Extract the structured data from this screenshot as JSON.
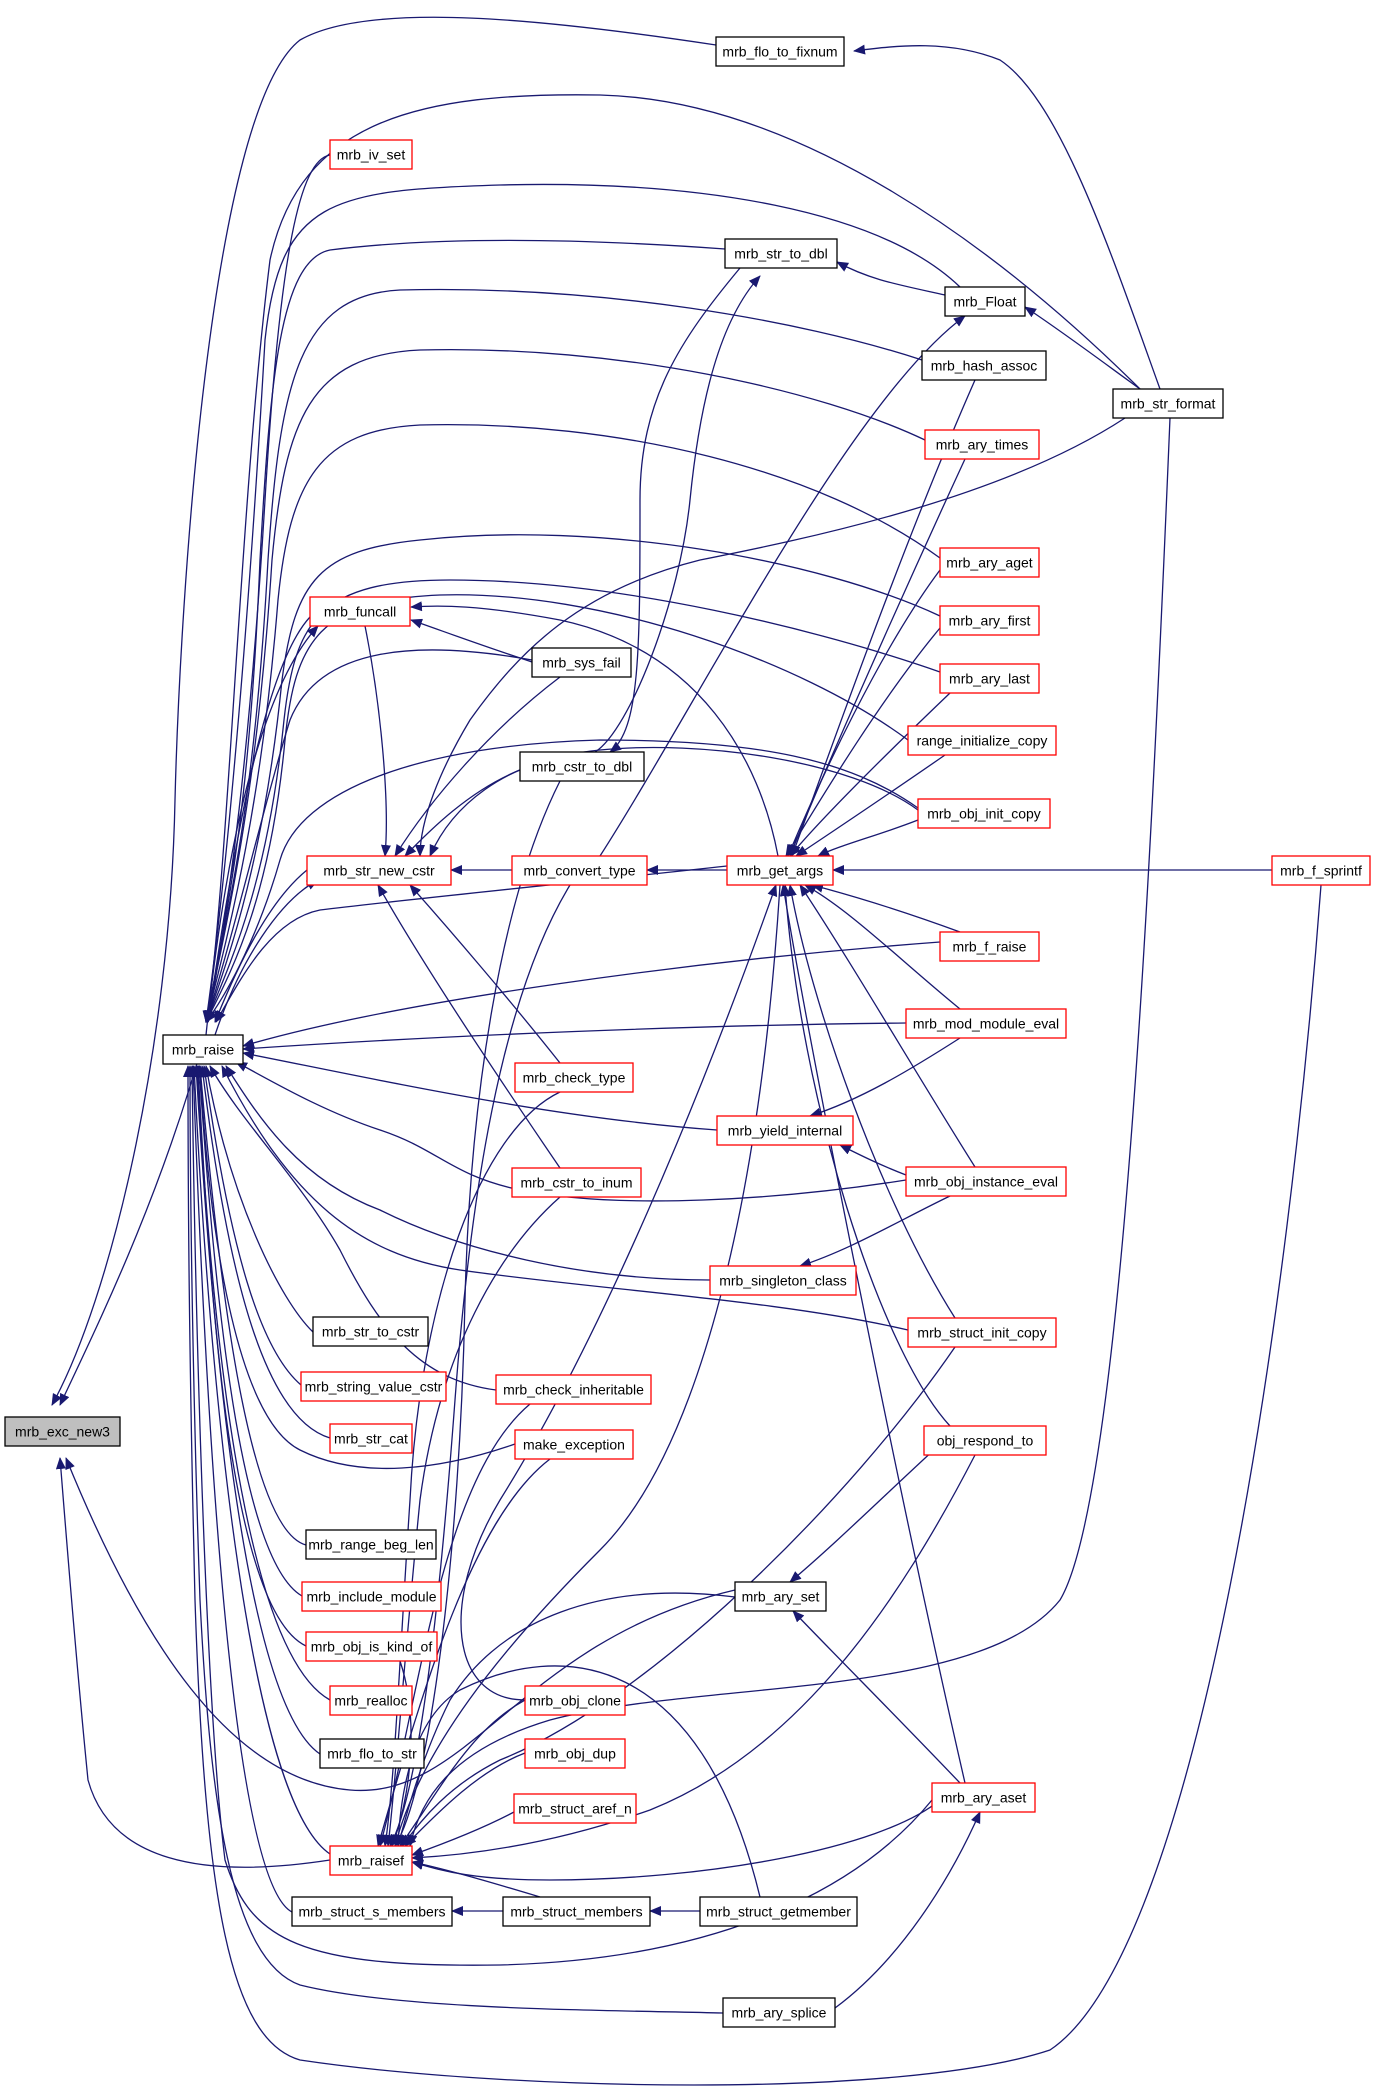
{
  "colors": {
    "edge": "#191970",
    "border_documented": "#000000",
    "border_undocumented": "#ff0000",
    "focus_fill": "#bfbfbf",
    "node_fill": "#ffffff"
  },
  "nodes": {
    "exc_new3": {
      "label": "mrb_exc_new3",
      "style": "focus"
    },
    "raise": {
      "label": "mrb_raise",
      "style": "black"
    },
    "flo_to_fixnum": {
      "label": "mrb_flo_to_fixnum",
      "style": "black"
    },
    "iv_set": {
      "label": "mrb_iv_set",
      "style": "red"
    },
    "str_to_dbl": {
      "label": "mrb_str_to_dbl",
      "style": "black"
    },
    "Float": {
      "label": "mrb_Float",
      "style": "black"
    },
    "hash_assoc": {
      "label": "mrb_hash_assoc",
      "style": "black"
    },
    "str_format": {
      "label": "mrb_str_format",
      "style": "black"
    },
    "ary_times": {
      "label": "mrb_ary_times",
      "style": "red"
    },
    "ary_aget": {
      "label": "mrb_ary_aget",
      "style": "red"
    },
    "funcall": {
      "label": "mrb_funcall",
      "style": "red"
    },
    "ary_first": {
      "label": "mrb_ary_first",
      "style": "red"
    },
    "sys_fail": {
      "label": "mrb_sys_fail",
      "style": "black"
    },
    "ary_last": {
      "label": "mrb_ary_last",
      "style": "red"
    },
    "range_init_copy": {
      "label": "range_initialize_copy",
      "style": "red"
    },
    "cstr_to_dbl": {
      "label": "mrb_cstr_to_dbl",
      "style": "black"
    },
    "obj_init_copy": {
      "label": "mrb_obj_init_copy",
      "style": "red"
    },
    "str_new_cstr": {
      "label": "mrb_str_new_cstr",
      "style": "red"
    },
    "convert_type": {
      "label": "mrb_convert_type",
      "style": "red"
    },
    "get_args": {
      "label": "mrb_get_args",
      "style": "red"
    },
    "f_sprintf": {
      "label": "mrb_f_sprintf",
      "style": "red"
    },
    "f_raise": {
      "label": "mrb_f_raise",
      "style": "red"
    },
    "mod_module_eval": {
      "label": "mrb_mod_module_eval",
      "style": "red"
    },
    "check_type": {
      "label": "mrb_check_type",
      "style": "red"
    },
    "yield_internal": {
      "label": "mrb_yield_internal",
      "style": "red"
    },
    "cstr_to_inum": {
      "label": "mrb_cstr_to_inum",
      "style": "red"
    },
    "obj_instance_eval": {
      "label": "mrb_obj_instance_eval",
      "style": "red"
    },
    "singleton_class": {
      "label": "mrb_singleton_class",
      "style": "red"
    },
    "str_to_cstr": {
      "label": "mrb_str_to_cstr",
      "style": "black"
    },
    "struct_init_copy": {
      "label": "mrb_struct_init_copy",
      "style": "red"
    },
    "string_value_cstr": {
      "label": "mrb_string_value_cstr",
      "style": "red"
    },
    "check_inheritable": {
      "label": "mrb_check_inheritable",
      "style": "red"
    },
    "str_cat": {
      "label": "mrb_str_cat",
      "style": "red"
    },
    "obj_respond_to": {
      "label": "obj_respond_to",
      "style": "red"
    },
    "make_exception": {
      "label": "make_exception",
      "style": "red"
    },
    "range_beg_len": {
      "label": "mrb_range_beg_len",
      "style": "black"
    },
    "include_module": {
      "label": "mrb_include_module",
      "style": "red"
    },
    "ary_set": {
      "label": "mrb_ary_set",
      "style": "black"
    },
    "obj_is_kind_of": {
      "label": "mrb_obj_is_kind_of",
      "style": "red"
    },
    "obj_clone": {
      "label": "mrb_obj_clone",
      "style": "red"
    },
    "realloc": {
      "label": "mrb_realloc",
      "style": "red"
    },
    "flo_to_str": {
      "label": "mrb_flo_to_str",
      "style": "black"
    },
    "obj_dup": {
      "label": "mrb_obj_dup",
      "style": "red"
    },
    "ary_aset": {
      "label": "mrb_ary_aset",
      "style": "red"
    },
    "struct_aref_n": {
      "label": "mrb_struct_aref_n",
      "style": "red"
    },
    "raisef": {
      "label": "mrb_raisef",
      "style": "red"
    },
    "struct_s_members": {
      "label": "mrb_struct_s_members",
      "style": "black"
    },
    "struct_members": {
      "label": "mrb_struct_members",
      "style": "black"
    },
    "struct_getmember": {
      "label": "mrb_struct_getmember",
      "style": "black"
    },
    "ary_splice": {
      "label": "mrb_ary_splice",
      "style": "black"
    }
  }
}
